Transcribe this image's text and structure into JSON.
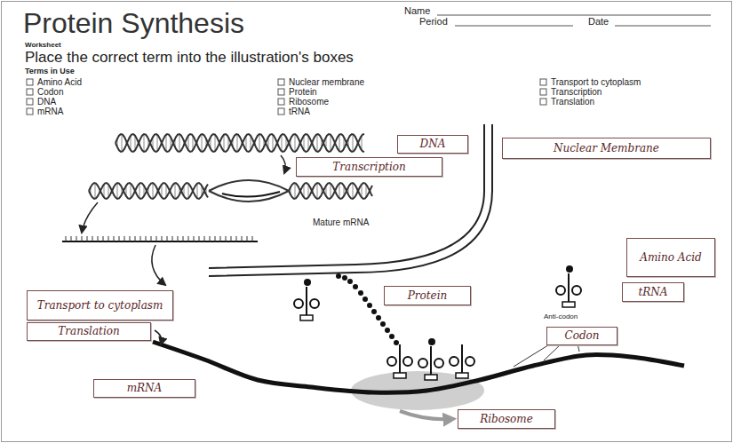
{
  "diagram": {
    "title": "Protein Synthesis",
    "nodes": [
      {
        "text": [
          "DNA"
        ]
      },
      {
        "text": [
          "Nuclear Membrane"
        ]
      },
      {
        "text": [
          "Transcription"
        ]
      },
      {
        "text": [
          "Amino Acid"
        ]
      },
      {
        "text": [
          "tRNA"
        ]
      },
      {
        "text": [
          "Protein"
        ]
      },
      {
        "text": [
          "Transport to cytoplasm"
        ]
      },
      {
        "text": [
          "Translation"
        ]
      },
      {
        "text": [
          "Codon"
        ]
      },
      {
        "text": [
          "mRNA"
        ]
      },
      {
        "text": [
          "Ribosome"
        ]
      }
    ],
    "labels": [
      "Worksheet",
      "Name",
      "Period",
      "Date",
      "Place the correct term into the illustration's boxes",
      "Terms in Use",
      "Amino Acid",
      "Codon",
      "DNA",
      "mRNA",
      "Nuclear membrane",
      "Protein",
      "Ribosome",
      "tRNA",
      "Transport to cytoplasm",
      "Transcription",
      "Translation",
      "Mature mRNA",
      "Anti-codon"
    ]
  }
}
